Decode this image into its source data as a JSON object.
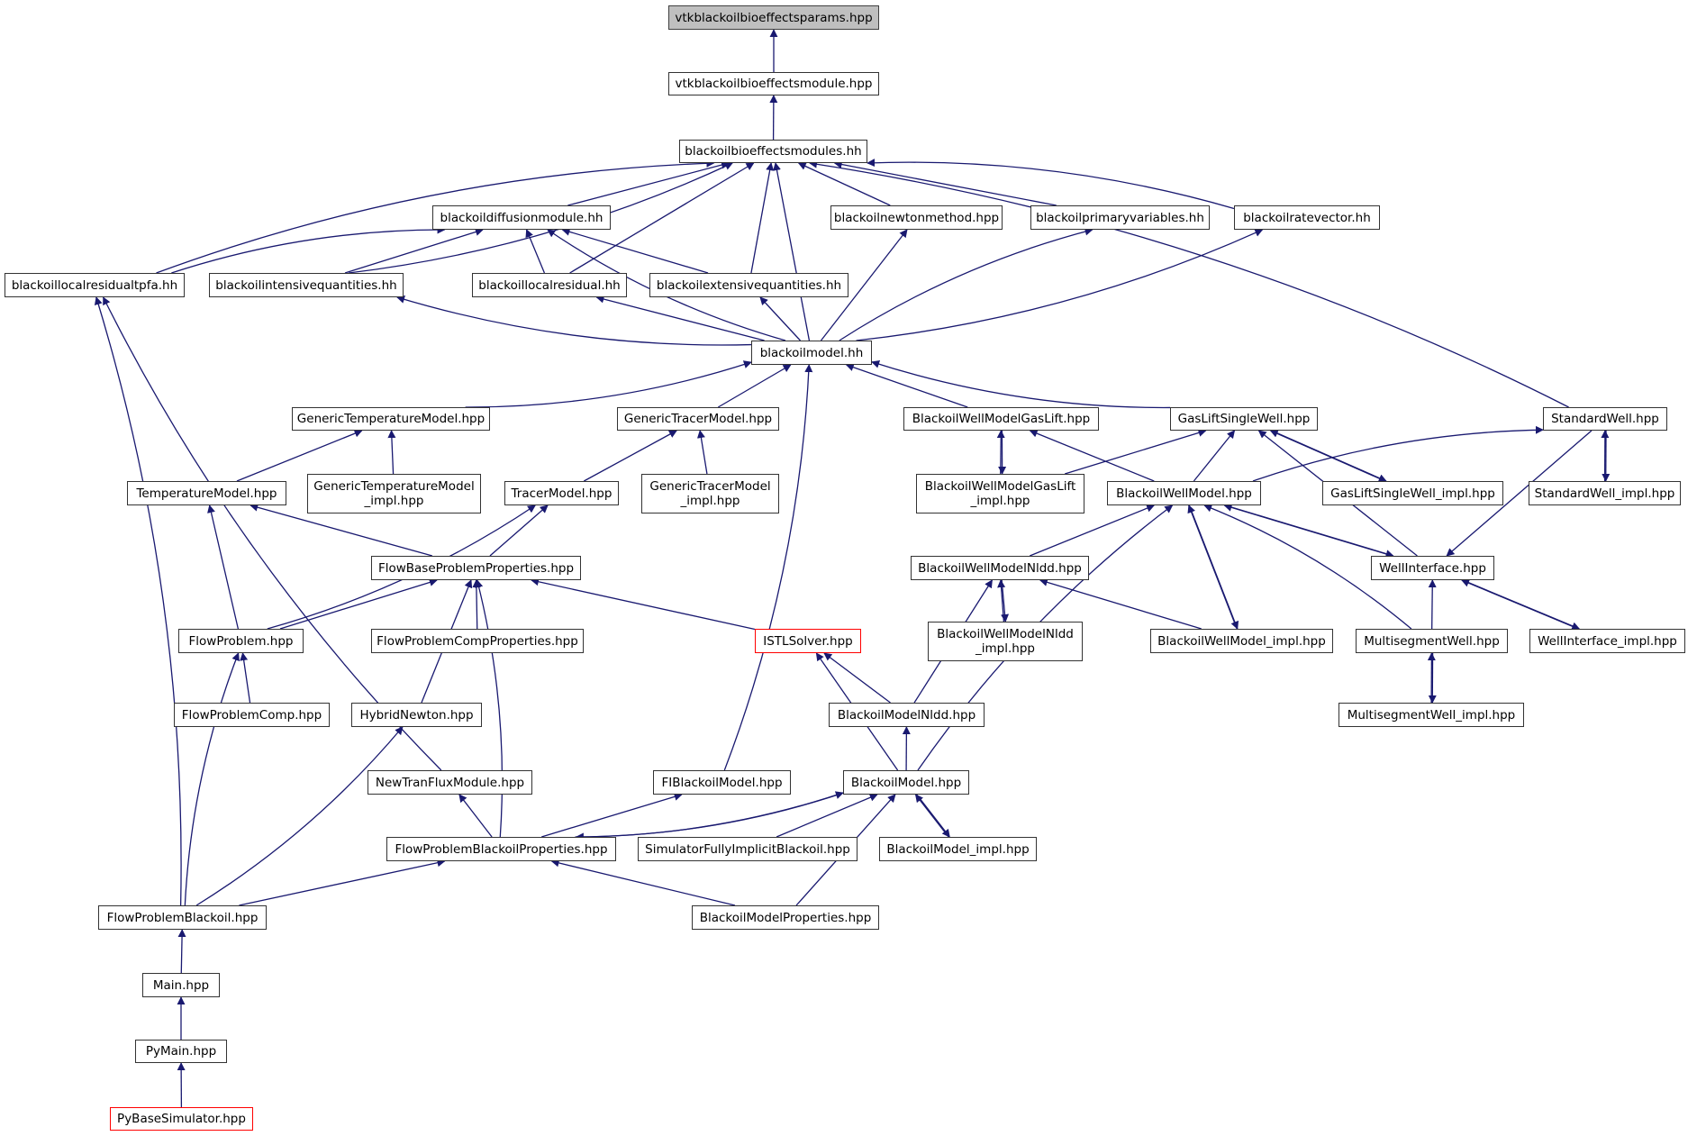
{
  "diagram": {
    "type": "include-dependency-graph",
    "root": "vtkblackoilbioeffectsparams.hpp",
    "colors": {
      "edge": "#191970",
      "node_border": "#333333",
      "root_fill": "#bfbfbf",
      "truncated_border": "#ff0000"
    },
    "nodes": [
      {
        "id": "n0",
        "label": "vtkblackoilbioeffectsparams.hpp",
        "style": "root"
      },
      {
        "id": "n1",
        "label": "vtkblackoilbioeffectsmodule.hpp"
      },
      {
        "id": "n2",
        "label": "blackoilbioeffectsmodules.hh"
      },
      {
        "id": "n3",
        "label": "blackoildiffusionmodule.hh"
      },
      {
        "id": "n4",
        "label": "blackoilnewtonmethod.hpp"
      },
      {
        "id": "n5",
        "label": "blackoilprimaryvariables.hh"
      },
      {
        "id": "n6",
        "label": "blackoilratevector.hh"
      },
      {
        "id": "n7",
        "label": "blackoillocalresidualtpfa.hh"
      },
      {
        "id": "n8",
        "label": "blackoilintensivequantities.hh"
      },
      {
        "id": "n9",
        "label": "blackoillocalresidual.hh"
      },
      {
        "id": "n10",
        "label": "blackoilextensivequantities.hh"
      },
      {
        "id": "n11",
        "label": "blackoilmodel.hh"
      },
      {
        "id": "n12",
        "label": "GenericTemperatureModel.hpp"
      },
      {
        "id": "n13",
        "label": "GenericTracerModel.hpp"
      },
      {
        "id": "n14",
        "label": "BlackoilWellModelGasLift.hpp"
      },
      {
        "id": "n15",
        "label": "GasLiftSingleWell.hpp"
      },
      {
        "id": "n16",
        "label": "StandardWell.hpp"
      },
      {
        "id": "n17",
        "label": "TemperatureModel.hpp"
      },
      {
        "id": "n18",
        "label": "GenericTemperatureModel\n_impl.hpp"
      },
      {
        "id": "n19",
        "label": "TracerModel.hpp"
      },
      {
        "id": "n20",
        "label": "GenericTracerModel\n_impl.hpp"
      },
      {
        "id": "n21",
        "label": "BlackoilWellModelGasLift\n_impl.hpp"
      },
      {
        "id": "n22",
        "label": "BlackoilWellModel.hpp"
      },
      {
        "id": "n23",
        "label": "GasLiftSingleWell_impl.hpp"
      },
      {
        "id": "n24",
        "label": "StandardWell_impl.hpp"
      },
      {
        "id": "n25",
        "label": "FlowBaseProblemProperties.hpp"
      },
      {
        "id": "n26",
        "label": "BlackoilWellModelNldd.hpp"
      },
      {
        "id": "n27",
        "label": "WellInterface.hpp"
      },
      {
        "id": "n28",
        "label": "FlowProblem.hpp"
      },
      {
        "id": "n29",
        "label": "FlowProblemCompProperties.hpp"
      },
      {
        "id": "n30",
        "label": "ISTLSolver.hpp",
        "style": "truncated"
      },
      {
        "id": "n31",
        "label": "BlackoilWellModelNldd\n_impl.hpp"
      },
      {
        "id": "n32",
        "label": "BlackoilWellModel_impl.hpp"
      },
      {
        "id": "n33",
        "label": "MultisegmentWell.hpp"
      },
      {
        "id": "n34",
        "label": "WellInterface_impl.hpp"
      },
      {
        "id": "n35",
        "label": "FlowProblemComp.hpp"
      },
      {
        "id": "n36",
        "label": "HybridNewton.hpp"
      },
      {
        "id": "n37",
        "label": "BlackoilModelNldd.hpp"
      },
      {
        "id": "n38",
        "label": "MultisegmentWell_impl.hpp"
      },
      {
        "id": "n39",
        "label": "NewTranFluxModule.hpp"
      },
      {
        "id": "n40",
        "label": "FIBlackoilModel.hpp"
      },
      {
        "id": "n41",
        "label": "BlackoilModel.hpp"
      },
      {
        "id": "n42",
        "label": "FlowProblemBlackoilProperties.hpp"
      },
      {
        "id": "n43",
        "label": "SimulatorFullyImplicitBlackoil.hpp"
      },
      {
        "id": "n44",
        "label": "BlackoilModel_impl.hpp"
      },
      {
        "id": "n45",
        "label": "FlowProblemBlackoil.hpp"
      },
      {
        "id": "n46",
        "label": "BlackoilModelProperties.hpp"
      },
      {
        "id": "n47",
        "label": "Main.hpp"
      },
      {
        "id": "n48",
        "label": "PyMain.hpp"
      },
      {
        "id": "n49",
        "label": "PyBaseSimulator.hpp",
        "style": "truncated"
      }
    ],
    "edges": [
      [
        "n1",
        "n0"
      ],
      [
        "n2",
        "n1"
      ],
      [
        "n3",
        "n2"
      ],
      [
        "n4",
        "n2"
      ],
      [
        "n5",
        "n2"
      ],
      [
        "n6",
        "n2"
      ],
      [
        "n7",
        "n2"
      ],
      [
        "n8",
        "n2"
      ],
      [
        "n9",
        "n2"
      ],
      [
        "n10",
        "n2"
      ],
      [
        "n11",
        "n2"
      ],
      [
        "n16",
        "n2"
      ],
      [
        "n7",
        "n3"
      ],
      [
        "n8",
        "n3"
      ],
      [
        "n9",
        "n3"
      ],
      [
        "n10",
        "n3"
      ],
      [
        "n11",
        "n3"
      ],
      [
        "n11",
        "n4"
      ],
      [
        "n11",
        "n5"
      ],
      [
        "n11",
        "n6"
      ],
      [
        "n11",
        "n8"
      ],
      [
        "n11",
        "n9"
      ],
      [
        "n11",
        "n10"
      ],
      [
        "n45",
        "n7"
      ],
      [
        "n39",
        "n7"
      ],
      [
        "n12",
        "n11"
      ],
      [
        "n13",
        "n11"
      ],
      [
        "n14",
        "n11"
      ],
      [
        "n15",
        "n11"
      ],
      [
        "n40",
        "n11"
      ],
      [
        "n17",
        "n12"
      ],
      [
        "n18",
        "n12"
      ],
      [
        "n19",
        "n13"
      ],
      [
        "n20",
        "n13"
      ],
      [
        "n21",
        "n14"
      ],
      [
        "n14",
        "n21"
      ],
      [
        "n22",
        "n14"
      ],
      [
        "n21",
        "n15"
      ],
      [
        "n22",
        "n15"
      ],
      [
        "n23",
        "n15"
      ],
      [
        "n15",
        "n23"
      ],
      [
        "n27",
        "n15"
      ],
      [
        "n22",
        "n16"
      ],
      [
        "n24",
        "n16"
      ],
      [
        "n16",
        "n24"
      ],
      [
        "n16",
        "n27"
      ],
      [
        "n25",
        "n17"
      ],
      [
        "n28",
        "n17"
      ],
      [
        "n25",
        "n19"
      ],
      [
        "n28",
        "n19"
      ],
      [
        "n26",
        "n22"
      ],
      [
        "n32",
        "n22"
      ],
      [
        "n22",
        "n32"
      ],
      [
        "n27",
        "n22"
      ],
      [
        "n22",
        "n27"
      ],
      [
        "n33",
        "n22"
      ],
      [
        "n41",
        "n22"
      ],
      [
        "n28",
        "n25"
      ],
      [
        "n29",
        "n25"
      ],
      [
        "n30",
        "n25"
      ],
      [
        "n36",
        "n25"
      ],
      [
        "n42",
        "n25"
      ],
      [
        "n31",
        "n26"
      ],
      [
        "n26",
        "n31"
      ],
      [
        "n32",
        "n26"
      ],
      [
        "n37",
        "n26"
      ],
      [
        "n33",
        "n27"
      ],
      [
        "n34",
        "n27"
      ],
      [
        "n27",
        "n34"
      ],
      [
        "n35",
        "n28"
      ],
      [
        "n45",
        "n28"
      ],
      [
        "n37",
        "n30"
      ],
      [
        "n41",
        "n30"
      ],
      [
        "n38",
        "n33"
      ],
      [
        "n33",
        "n38"
      ],
      [
        "n45",
        "n36"
      ],
      [
        "n41",
        "n37"
      ],
      [
        "n42",
        "n39"
      ],
      [
        "n42",
        "n40"
      ],
      [
        "n42",
        "n41"
      ],
      [
        "n41",
        "n42"
      ],
      [
        "n43",
        "n41"
      ],
      [
        "n44",
        "n41"
      ],
      [
        "n41",
        "n44"
      ],
      [
        "n46",
        "n41"
      ],
      [
        "n45",
        "n42"
      ],
      [
        "n46",
        "n42"
      ],
      [
        "n47",
        "n45"
      ],
      [
        "n48",
        "n47"
      ],
      [
        "n49",
        "n48"
      ]
    ]
  }
}
